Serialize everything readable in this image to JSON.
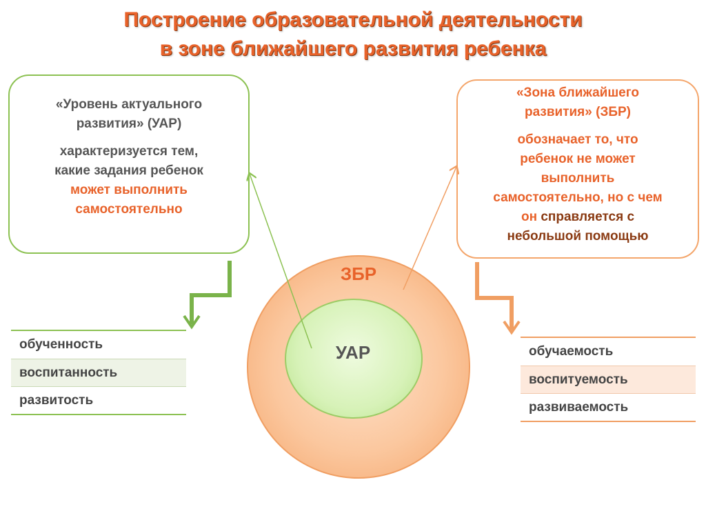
{
  "title": {
    "line1": "Построение образовательной деятельности",
    "line2": "в зоне ближайшего развития ребенка"
  },
  "left_box": {
    "head_line1": "«Уровень актуального",
    "head_line2": "развития» (УАР)",
    "desc_line1": "характеризуется тем,",
    "desc_line2": "какие задания ребенок",
    "desc_line3": "может выполнить",
    "desc_line4": "самостоятельно"
  },
  "right_box": {
    "head_line1": "«Зона ближайшего",
    "head_line2": "развития» (ЗБР)",
    "desc_line1": "обозначает то, что",
    "desc_line2": "ребенок не может",
    "desc_line3": "выполнить",
    "desc_line4": "самостоятельно, но с чем",
    "desc_line5a": "он",
    "desc_line5b": "справляется с",
    "desc_line6": "небольшой помощью"
  },
  "circles": {
    "outer_label": "ЗБР",
    "inner_label": "УАР"
  },
  "left_table": {
    "rows": [
      "обученность",
      "воспитанность",
      "развитость"
    ]
  },
  "right_table": {
    "rows": [
      "обучаемость",
      "воспитуемость",
      "развиваемость"
    ]
  },
  "colors": {
    "green": "#8cc152",
    "orange": "#f09e62",
    "accent": "#e8622a"
  }
}
